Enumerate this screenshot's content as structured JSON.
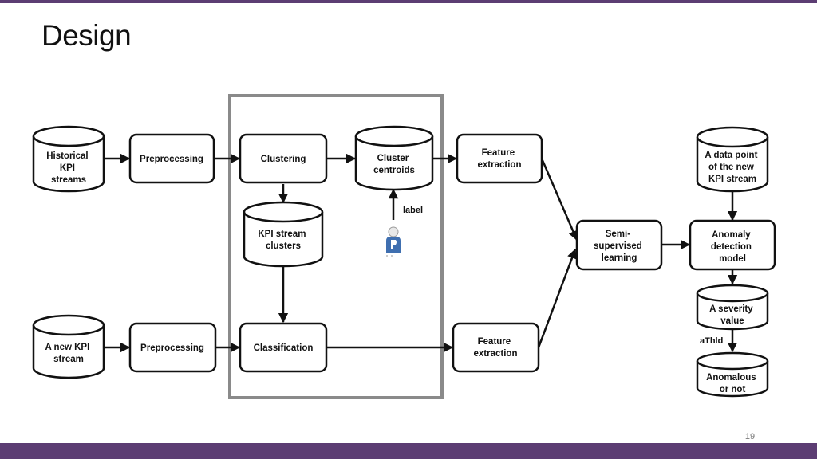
{
  "slide": {
    "title": "Design",
    "page_number": "19"
  },
  "diagram": {
    "nodes": {
      "historical": [
        "Historical",
        "KPI",
        "streams"
      ],
      "preprocess_top": [
        "Preprocessing"
      ],
      "clustering": [
        "Clustering"
      ],
      "cluster_centroids": [
        "Cluster",
        "centroids"
      ],
      "feature_top": [
        "Feature",
        "extraction"
      ],
      "kpi_clusters": [
        "KPI stream",
        "clusters"
      ],
      "new_kpi": [
        "A new KPI",
        "stream"
      ],
      "preprocess_bottom": [
        "Preprocessing"
      ],
      "classification": [
        "Classification"
      ],
      "feature_bottom": [
        "Feature",
        "extraction"
      ],
      "semi_supervised": [
        "Semi-",
        "supervised",
        "learning"
      ],
      "new_data_point": [
        "A data point",
        "of the new",
        "KPI stream"
      ],
      "anomaly_model": [
        "Anomaly",
        "detection",
        "model"
      ],
      "severity": [
        "A severity",
        "value"
      ],
      "anomalous": [
        "Anomalous",
        "or not"
      ]
    },
    "labels": {
      "label": "label",
      "threshold": "aThld"
    },
    "icons": {
      "operator": "person-icon"
    },
    "colors": {
      "frame": "#8a8a8a",
      "stroke": "#111111",
      "bars": "#5c3d73"
    }
  }
}
